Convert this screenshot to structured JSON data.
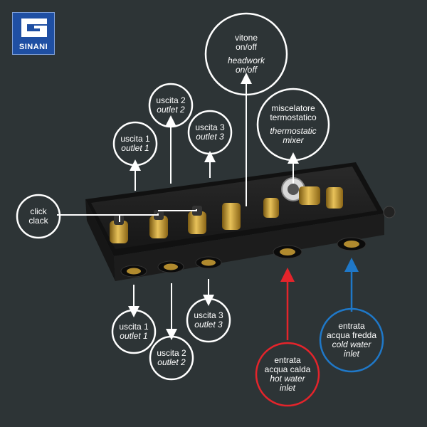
{
  "logo": {
    "brand": "SINANI"
  },
  "colors": {
    "background": "#2d3436",
    "hot": "#e4242b",
    "cold": "#1f78c8",
    "line": "#ffffff"
  },
  "labels": {
    "vitone": {
      "line1": "vitone",
      "line2": "on/off",
      "line3": "headwork",
      "line4": "on/off"
    },
    "miscelatore": {
      "line1": "miscelatore",
      "line2": "termostatico",
      "line3": "thermostatic",
      "line4": "mixer"
    },
    "uscita1_top": {
      "line1": "uscita 1",
      "line2": "outlet 1"
    },
    "uscita2_top": {
      "line1": "uscita 2",
      "line2": "outlet 2"
    },
    "uscita3_top": {
      "line1": "uscita 3",
      "line2": "outlet 3"
    },
    "click": {
      "line1": "click",
      "line2": "clack"
    },
    "uscita1_bot": {
      "line1": "uscita 1",
      "line2": "outlet 1"
    },
    "uscita2_bot": {
      "line1": "uscita 2",
      "line2": "outlet 2"
    },
    "uscita3_bot": {
      "line1": "uscita 3",
      "line2": "outlet 3"
    },
    "hot": {
      "line1": "entrata",
      "line2": "acqua calda",
      "line3": "hot water",
      "line4": "inlet"
    },
    "cold": {
      "line1": "entrata",
      "line2": "acqua fredda",
      "line3": "cold water",
      "line4": "inlet"
    }
  }
}
